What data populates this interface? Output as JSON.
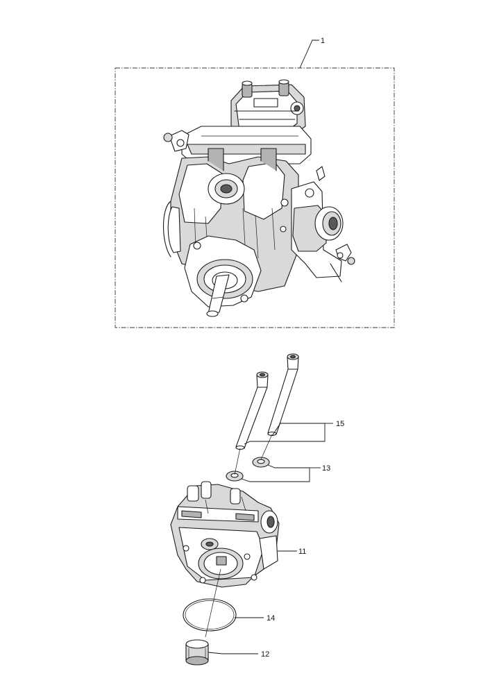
{
  "callouts": {
    "c1": "1",
    "c11": "11",
    "c12": "12",
    "c13": "13",
    "c14": "14",
    "c15": "15"
  },
  "colors": {
    "line": "#1a1a1a",
    "shade_light": "#d9d9d9",
    "shade_mid": "#b3b3b3",
    "shade_dark": "#5a5a5a",
    "background": "#ffffff"
  }
}
